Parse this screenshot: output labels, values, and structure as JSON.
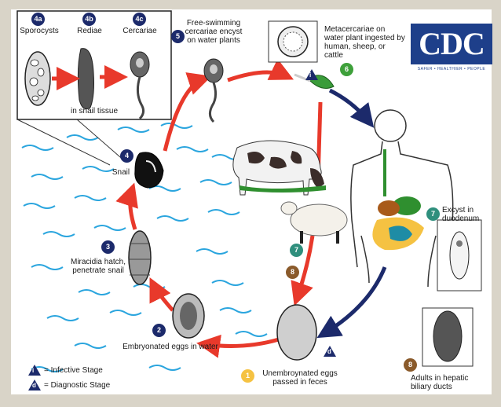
{
  "logo": {
    "text": "CDC",
    "tagline": "SAFER • HEALTHIER • PEOPLE"
  },
  "stages": {
    "s4a": {
      "num": "4a",
      "label": "Sporocysts"
    },
    "s4b": {
      "num": "4b",
      "label": "Rediae"
    },
    "s4c": {
      "num": "4c",
      "label": "Cercariae"
    },
    "snail_tissue": "in snail tissue",
    "s4": {
      "num": "4",
      "label": "Snail"
    },
    "s5": {
      "num": "5",
      "label": "Free-swimming cercariae encyst on water plants"
    },
    "s6": {
      "num": "6",
      "label": "Metacercariae on water plant ingested by human, sheep, or cattle"
    },
    "s7a": {
      "num": "7",
      "label": "Excyst in duodenum"
    },
    "s7b": {
      "num": "7"
    },
    "s8a": {
      "num": "8",
      "label": "Adults in hepatic biliary ducts"
    },
    "s8b": {
      "num": "8"
    },
    "s1": {
      "num": "1",
      "label": "Unembroynated eggs passed in feces"
    },
    "s2": {
      "num": "2",
      "label": "Embryonated eggs in water"
    },
    "s3": {
      "num": "3",
      "label": "Miracidia hatch, penetrate snail"
    }
  },
  "markers": {
    "infective": "i",
    "diagnostic": "d"
  },
  "legend": {
    "infective": "= Infective Stage",
    "diagnostic": "= Diagnostic Stage"
  },
  "colors": {
    "cycle_arrow": "#e8392b",
    "host_arrow": "#1c2a6b",
    "badge_navy": "#1c2a6b",
    "badge_green": "#3ea03a",
    "badge_teal": "#2f8f7d",
    "badge_brown": "#8a5a2b",
    "badge_yellow": "#f5c242",
    "water": "#2aa5de"
  }
}
